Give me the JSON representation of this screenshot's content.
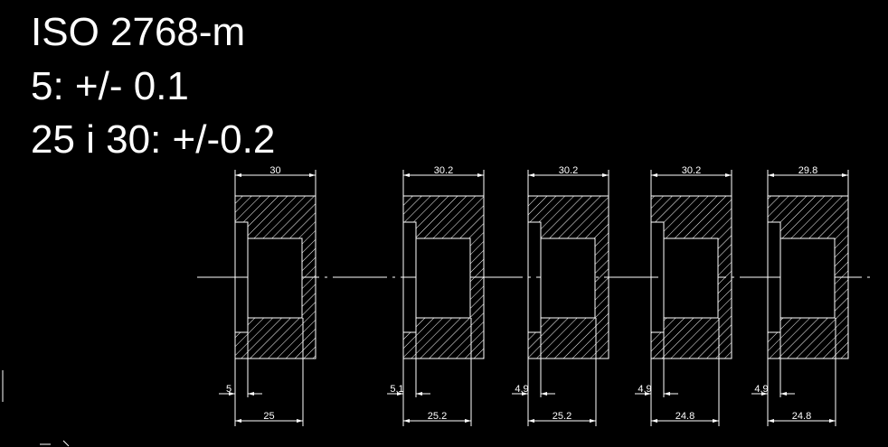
{
  "notes": {
    "title": "ISO 2768-m",
    "line1": "5: +/- 0.1",
    "line2": "25 i 30: +/-0.2"
  },
  "parts": [
    {
      "top_width": "30",
      "step": "5",
      "bottom_width": "25"
    },
    {
      "top_width": "30.2",
      "step": "5.1",
      "bottom_width": "25.2"
    },
    {
      "top_width": "30.2",
      "step": "4.9",
      "bottom_width": "25.2"
    },
    {
      "top_width": "30.2",
      "step": "4.9",
      "bottom_width": "24.8"
    },
    {
      "top_width": "29.8",
      "step": "4.9",
      "bottom_width": "24.8"
    }
  ],
  "colors": {
    "background": "#000000",
    "linework": "#ffffff"
  }
}
